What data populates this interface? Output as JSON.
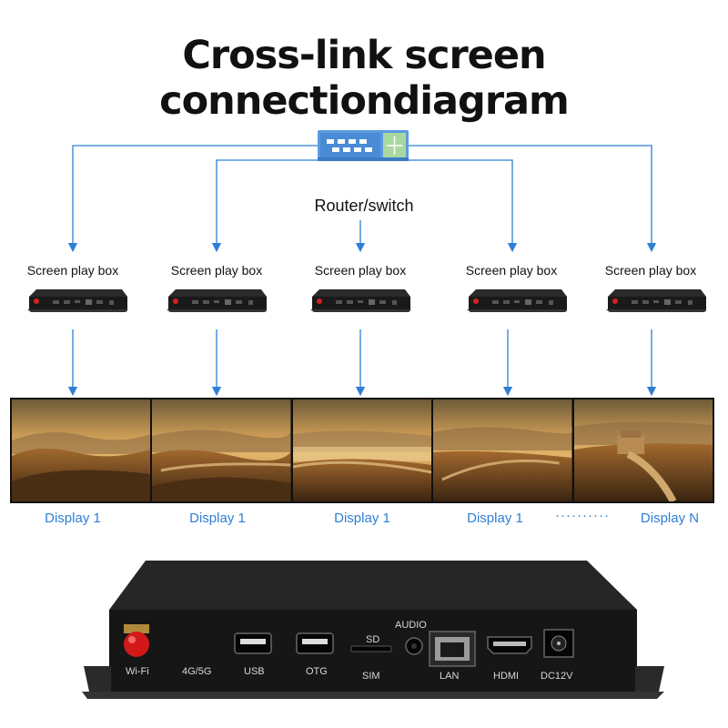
{
  "title": "Cross-link screen connectiondiagram",
  "router": {
    "label": "Router/switch",
    "icon": "network-switch-icon"
  },
  "boxes": [
    {
      "label": "Screen play box"
    },
    {
      "label": "Screen play box"
    },
    {
      "label": "Screen play box"
    },
    {
      "label": "Screen play box"
    },
    {
      "label": "Screen play box"
    }
  ],
  "displays": [
    {
      "label": "Display 1"
    },
    {
      "label": "Display 1"
    },
    {
      "label": "Display 1"
    },
    {
      "label": "Display 1"
    },
    {
      "label": "Display N"
    }
  ],
  "ellipsis": "··········",
  "device": {
    "ports": {
      "wifi": "Wi-Fi",
      "cellular": "4G/5G",
      "usb": "USB",
      "otg": "OTG",
      "sd": "SD",
      "sim": "SIM",
      "audio": "AUDIO",
      "lan": "LAN",
      "hdmi": "HDMI",
      "dc": "DC12V"
    }
  },
  "colors": {
    "connector": "#2d7fd6",
    "label_blue": "#2d7fd6",
    "device_body": "#1c1c1c"
  }
}
